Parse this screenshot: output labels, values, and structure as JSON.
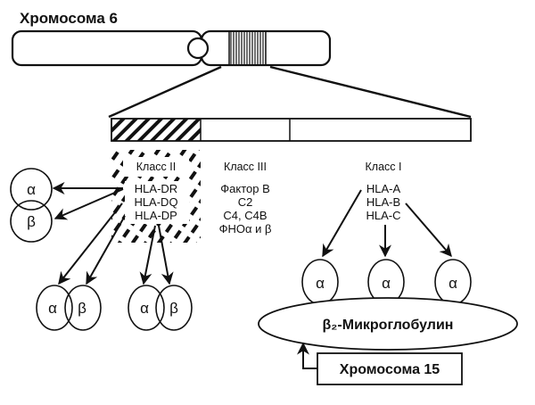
{
  "diagram": {
    "title": "Хромосома 6",
    "classes": [
      {
        "id": "class-ii",
        "label": "Класс II",
        "genes": [
          "HLA-DR",
          "HLA-DQ",
          "HLA-DP"
        ],
        "products": [
          {
            "chains": [
              "α",
              "β"
            ],
            "from": "HLA-DR"
          },
          {
            "chains": [
              "α",
              "β"
            ],
            "from": "HLA-DQ"
          },
          {
            "chains": [
              "α",
              "β"
            ],
            "from": "HLA-DP"
          }
        ]
      },
      {
        "id": "class-iii",
        "label": "Класс III",
        "genes": [
          "Фактор B",
          "C2",
          "C4, C4B",
          "ФНОα и β"
        ]
      },
      {
        "id": "class-i",
        "label": "Класс I",
        "genes": [
          "HLA-A",
          "HLA-B",
          "HLA-C"
        ],
        "products": [
          {
            "chain": "α",
            "from": "HLA-A"
          },
          {
            "chain": "α",
            "from": "HLA-C"
          },
          {
            "chain": "α",
            "from": "HLA-B"
          }
        ]
      }
    ],
    "beta2": "β₂-Микроглобулин",
    "chromosome15": "Хромосома 15",
    "greek": {
      "alpha": "α",
      "beta": "β"
    }
  }
}
